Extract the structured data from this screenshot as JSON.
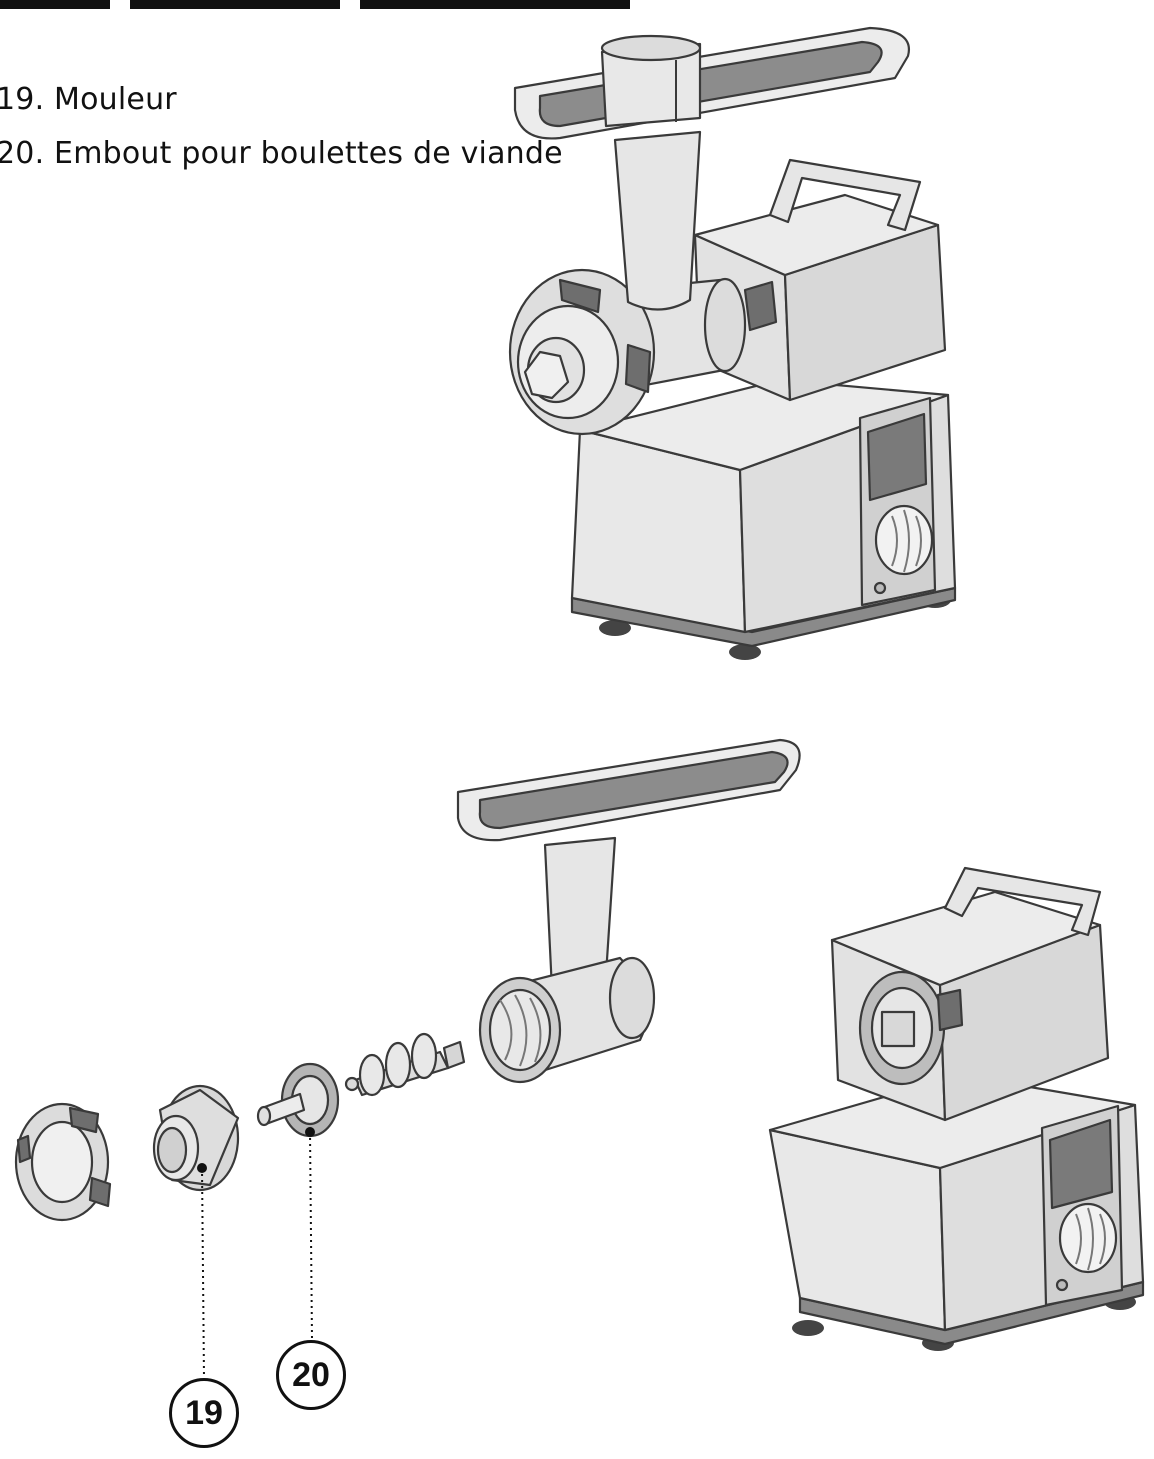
{
  "legend": {
    "items": [
      {
        "number": "19.",
        "label": "Mouleur",
        "text": "19. Mouleur"
      },
      {
        "number": "20.",
        "label": "Embout pour boulettes de viande",
        "text": "20. Embout pour boulettes de viande"
      }
    ]
  },
  "callouts": {
    "c19": "19",
    "c20": "20"
  },
  "colors": {
    "body_fill": "#e6e6e6",
    "body_shade": "#d2d2d2",
    "tray_inner": "#8a8a8a",
    "outline": "#3a3a3a",
    "dark_part": "#6e6e6e",
    "base_strip": "#7a7a7a"
  }
}
